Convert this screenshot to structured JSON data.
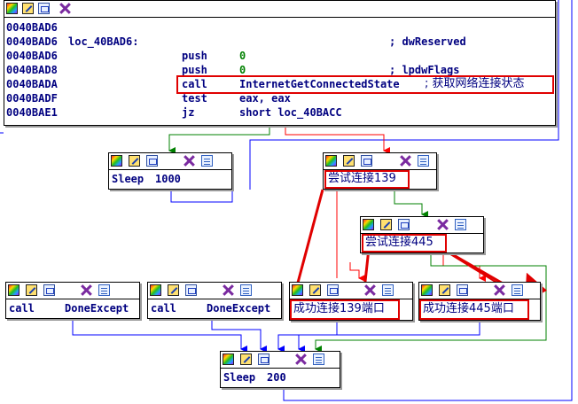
{
  "main_block": {
    "lines": [
      {
        "addr": "0040BAD6",
        "label": "",
        "mnem": "",
        "operand": "",
        "comment": ""
      },
      {
        "addr": "0040BAD6",
        "label": "loc_40BAD6:",
        "mnem": "",
        "operand": "",
        "comment": "; dwReserved"
      },
      {
        "addr": "0040BAD6",
        "label": "",
        "mnem": "push",
        "operand": "0",
        "comment": ""
      },
      {
        "addr": "0040BAD8",
        "label": "",
        "mnem": "push",
        "operand": "0",
        "comment": "; lpdwFlags"
      },
      {
        "addr": "0040BADA",
        "label": "",
        "mnem": "call",
        "operand": "InternetGetConnectedState",
        "comment": "; 获取网络连接状态"
      },
      {
        "addr": "0040BADF",
        "label": "",
        "mnem": "test",
        "operand": "eax, eax",
        "comment": ""
      },
      {
        "addr": "0040BAE1",
        "label": "",
        "mnem": "jz",
        "operand": "short loc_40BACC",
        "comment": ""
      }
    ]
  },
  "sleep1000_block": {
    "mnem": "Sleep",
    "operand": "1000"
  },
  "try139_block": {
    "text": "尝试连接139"
  },
  "try445_block": {
    "text": "尝试连接445"
  },
  "call1_block": {
    "mnem": "call",
    "operand": "DoneExcept"
  },
  "call2_block": {
    "mnem": "call",
    "operand": "DoneExcept"
  },
  "success139_block": {
    "text": "成功连接139端口"
  },
  "success445_block": {
    "text": "成功连接445端口"
  },
  "sleep200_block": {
    "mnem": "Sleep",
    "operand": "200"
  },
  "colors": {
    "edge_true": "#008000",
    "edge_false": "#ff0000",
    "edge_default": "#0000ff",
    "annotation": "#e00000",
    "text": "#000080"
  }
}
